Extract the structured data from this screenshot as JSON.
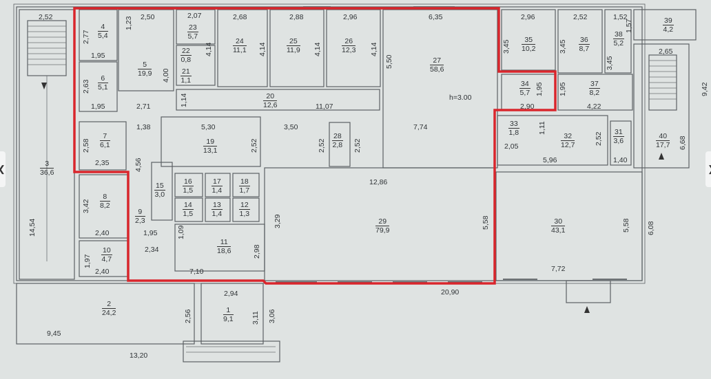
{
  "rooms": [
    {
      "n": "2",
      "a": "24,2"
    },
    {
      "n": "1",
      "a": "9,1"
    },
    {
      "n": "3",
      "a": "36,6"
    },
    {
      "n": "4",
      "a": "5,4"
    },
    {
      "n": "5",
      "a": "19,9"
    },
    {
      "n": "6",
      "a": "5,1"
    },
    {
      "n": "7",
      "a": "6,1"
    },
    {
      "n": "8",
      "a": "8,2"
    },
    {
      "n": "9",
      "a": "2,3"
    },
    {
      "n": "10",
      "a": "4,7"
    },
    {
      "n": "11",
      "a": "18,6"
    },
    {
      "n": "12",
      "a": "1,3"
    },
    {
      "n": "13",
      "a": "1,4"
    },
    {
      "n": "14",
      "a": "1,5"
    },
    {
      "n": "15",
      "a": "3,0"
    },
    {
      "n": "16",
      "a": "1,5"
    },
    {
      "n": "17",
      "a": "1,4"
    },
    {
      "n": "18",
      "a": "1,7"
    },
    {
      "n": "19",
      "a": "13,1"
    },
    {
      "n": "20",
      "a": "12,6"
    },
    {
      "n": "21",
      "a": "1,1"
    },
    {
      "n": "22",
      "a": "0,8"
    },
    {
      "n": "23",
      "a": "5,7"
    },
    {
      "n": "24",
      "a": "11,1"
    },
    {
      "n": "25",
      "a": "11,9"
    },
    {
      "n": "26",
      "a": "12,3"
    },
    {
      "n": "27",
      "a": "58,6"
    },
    {
      "n": "28",
      "a": "2,8"
    },
    {
      "n": "29",
      "a": "79,9"
    },
    {
      "n": "30",
      "a": "43,1"
    },
    {
      "n": "31",
      "a": "3,6"
    },
    {
      "n": "32",
      "a": "12,7"
    },
    {
      "n": "33",
      "a": "1,8"
    },
    {
      "n": "34",
      "a": "5,7"
    },
    {
      "n": "35",
      "a": "10,2"
    },
    {
      "n": "36",
      "a": "8,7"
    },
    {
      "n": "37",
      "a": "8,2"
    },
    {
      "n": "38",
      "a": "5,2"
    },
    {
      "n": "39",
      "a": "4,2"
    },
    {
      "n": "40",
      "a": "17,7"
    }
  ],
  "dims": [
    "2,52",
    "2,77",
    "1,95",
    "1,23",
    "2,50",
    "2,07",
    "2,68",
    "2,88",
    "2,96",
    "6,35",
    "2,96",
    "2,52",
    "1,52",
    "1,57",
    "9,42",
    "2,65",
    "3,45",
    "3,45",
    "3,45",
    "4,14",
    "4,14",
    "4,14",
    "4,14",
    "5,50",
    "4,00",
    "2,63",
    "1,95",
    "2,71",
    "1,14",
    "11,07",
    "h=3.00",
    "1,95",
    "1,95",
    "2,90",
    "4,22",
    "1,38",
    "5,30",
    "3,50",
    "2,52",
    "2,52",
    "2,52",
    "7,74",
    "1,11",
    "2,05",
    "5,96",
    "2,52",
    "1,40",
    "6,68",
    "2,58",
    "2,35",
    "4,56",
    "12,86",
    "3,42",
    "2,40",
    "1,09",
    "3,29",
    "5,58",
    "5,58",
    "6,08",
    "14,54",
    "1,95",
    "2,34",
    "1,97",
    "2,40",
    "2,98",
    "7,10",
    "7,72",
    "2,94",
    "20,90",
    "2,56",
    "3,11",
    "3,06",
    "9,45",
    "13,20"
  ],
  "nav": {
    "left": "❮",
    "right": "❯"
  }
}
